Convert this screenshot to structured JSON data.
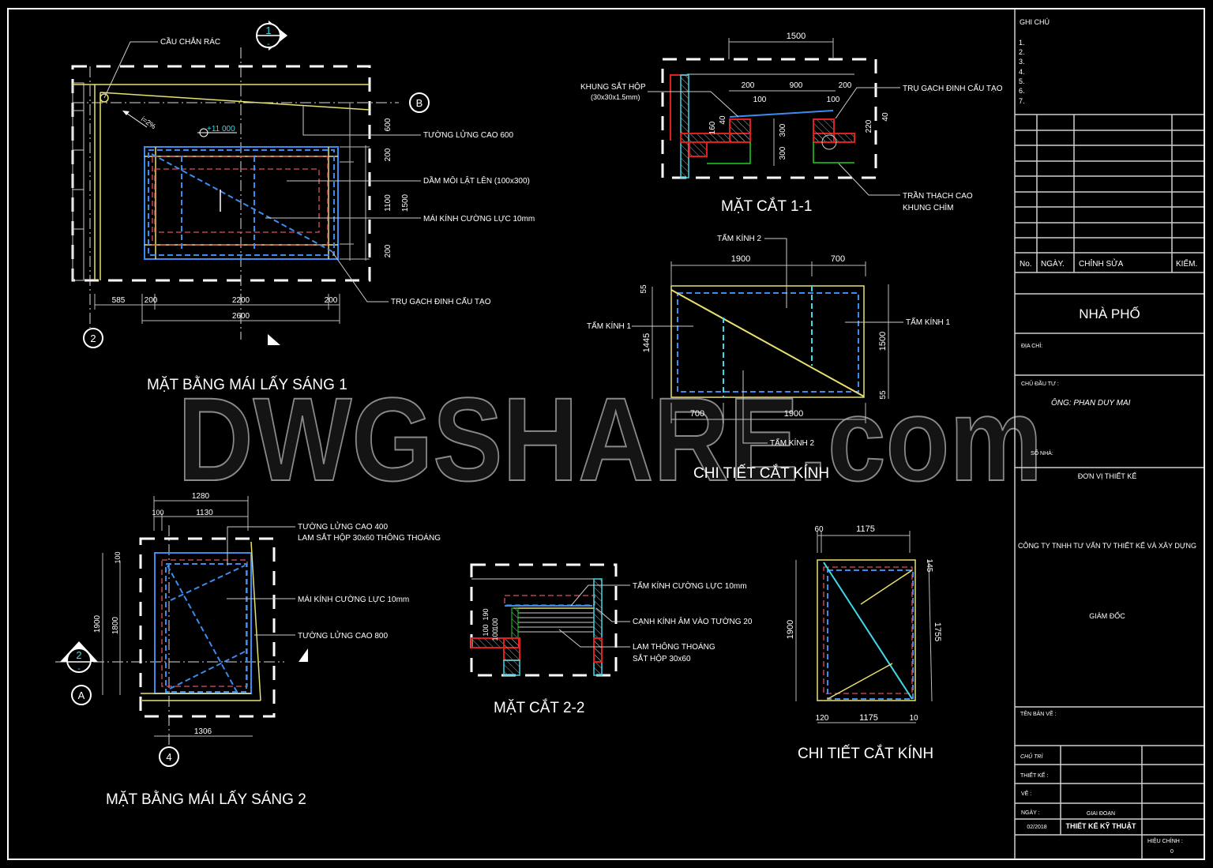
{
  "watermark": "DWGSHARE.com",
  "colors": {
    "background": "#000000",
    "glass_outline": "#3c8cf0",
    "frame_yellow": "#e8e070",
    "wall_red": "#e02020",
    "cyan": "#40d8e8",
    "ceiling_green": "#20d020"
  },
  "plan1": {
    "title": "MẶT BẰNG MÁI LẤY SÁNG 1",
    "section_marker": "1",
    "section_marker_sub": "-",
    "axis_b": "B",
    "axis_2": "2",
    "elevation": "+11 000",
    "slope": "i=2%",
    "labels": {
      "trash_grate": "CẦU CHẮN RÁC",
      "parapet_600": "TƯỜNG LỬNG CAO 600",
      "beam": "DẦM MÔI LẬT LÊN (100x300)",
      "glass_roof": "MÁI KÍNH CƯỜNG LỰC 10mm",
      "brick_pillar": "TRỤ GẠCH ĐINH CẤU TẠO"
    },
    "dims_bottom": [
      "585",
      "200",
      "2200",
      "200"
    ],
    "dim_bottom_total": "2600",
    "dims_right": [
      "600",
      "200",
      "1100",
      "200"
    ],
    "dim_right_total": "1500"
  },
  "section11": {
    "title": "MẶT CẮT 1-1",
    "labels": {
      "steel_frame": "KHUNG SẮT HỘP",
      "steel_frame_spec": "(30x30x1.5mm)",
      "brick_pillar": "TRỤ GẠCH ĐINH CẤU TẠO",
      "ceiling": "TRẦN THẠCH CAO",
      "ceiling_2": "KHUNG CHÌM"
    },
    "dims": {
      "top": "1500",
      "a": "200",
      "b": "900",
      "c": "200",
      "d": "100",
      "e": "100",
      "f": "160",
      "g": "40",
      "h": "300",
      "i": "300",
      "j": "220",
      "k": "40"
    }
  },
  "glass_cut1": {
    "title": "CHI TIẾT CẮT KÍNH",
    "labels": {
      "pane2_top": "TẤM KÍNH 2",
      "pane1_left": "TẤM KÍNH 1",
      "pane1_right": "TẤM KÍNH 1",
      "pane2_bottom": "TẤM KÍNH 2"
    },
    "dims": {
      "top_a": "1900",
      "top_b": "700",
      "bot_a": "700",
      "bot_b": "1900",
      "left": "1445",
      "left_small": "55",
      "right": "1500",
      "right_small": "55"
    }
  },
  "plan2": {
    "title": "MẶT BẰNG MÁI LẤY SÁNG 2",
    "section_marker": "2",
    "section_marker_sub": "-",
    "axis_a": "A",
    "axis_4": "4",
    "labels": {
      "parapet_400": "TƯỜNG LỬNG CAO 400",
      "louver": "LAM SẮT HỘP 30x60 THÔNG THOÁNG",
      "glass_roof": "MÁI KÍNH CƯỜNG LỰC 10mm",
      "parapet_800": "TƯỜNG LỬNG CAO 800"
    },
    "dims": {
      "top_total": "1280",
      "top_a": "100",
      "top_b": "1130",
      "left_total": "1900",
      "left_b": "1800",
      "left_small": "100",
      "bottom": "1306"
    }
  },
  "section22": {
    "title": "MẶT CẮT 2-2",
    "labels": {
      "glass": "TẤM KÍNH CƯỜNG LỰC 10mm",
      "glass_edge": "CẠNH KÍNH ÂM VÀO TƯỜNG 20",
      "louver": "LAM THÔNG THOÁNG",
      "louver_spec": "SẮT HỘP 30x60"
    },
    "dims": {
      "a": "100",
      "b": "190",
      "c": "100",
      "d": "100"
    }
  },
  "glass_cut2": {
    "title": "CHI TIẾT CẮT KÍNH",
    "dims": {
      "top_a": "60",
      "top_b": "1175",
      "left": "1900",
      "right": "1755",
      "right_small": "145",
      "bot_a": "120",
      "bot_b": "1175",
      "bot_c": "10"
    }
  },
  "title_block": {
    "notes_heading": "GHI CHÚ",
    "notes": [
      "1.",
      "2.",
      "3.",
      "4.",
      "5.",
      "6.",
      "7."
    ],
    "revision_headers": [
      "No.",
      "NGÀY.",
      "CHỈNH SỬA",
      "KIỂM."
    ],
    "project": "NHÀ PHỐ",
    "address_label": "ĐỊA CHỈ:",
    "owner_label": "CHỦ ĐẦU TƯ :",
    "owner": "ÔNG: PHAN DUY MAI",
    "house_no_label": "SỐ NHÀ:",
    "design_unit_label": "ĐƠN VỊ THIẾT KẾ",
    "company": "CÔNG TY TNHH TƯ VẤN TV THIẾT KẾ VÀ XÂY DỰNG",
    "director": "GIÁM ĐỐC",
    "drawing_name_label": "TÊN BẢN VẼ :",
    "lead_label": "CHỦ TRÌ",
    "designer_label": "THIẾT KẾ :",
    "drafter_label": "VẼ :",
    "date_label": "NGÀY :",
    "phase_label": "GIAI ĐOẠN",
    "date": "02/2018",
    "phase": "THIẾT KẾ KỸ THUẬT",
    "revision_label": "HIỆU CHỈNH :",
    "revision": "0"
  }
}
